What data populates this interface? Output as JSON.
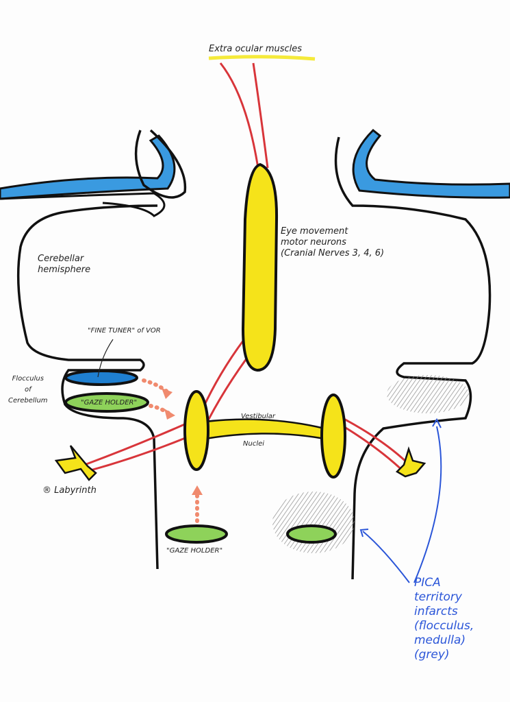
{
  "labels": {
    "extra_ocular": "Extra ocular muscles",
    "motor_neurons": [
      "Eye movement",
      "motor neurons",
      "(Cranial Nerves 3, 4, 6)"
    ],
    "cerebellar_hemisphere": [
      "Cerebellar",
      "hemisphere"
    ],
    "fine_tuner": "\"FINE TUNER\" of VOR",
    "flocculus": [
      "Flocculus",
      "of",
      "Cerebellum"
    ],
    "gaze_holder_flocculus": "\"GAZE HOLDER\"",
    "vestibular": "Vestibular",
    "nuclei": "Nuclei",
    "labyrinth": "® Labyrinth",
    "gaze_holder_medulla": "\"GAZE HOLDER\"",
    "pica": [
      "PICA",
      "territory",
      "infarcts",
      "(flocculus,",
      "medulla)",
      "(grey)"
    ]
  },
  "colors": {
    "outline": "#111111",
    "yellow": "#f5e31a",
    "red": "#d8353a",
    "blue": "#2a8fd8",
    "green": "#8ed25a",
    "salmon": "#f08a6e",
    "pica": "#2a55d8",
    "grey": "#9a9a9a"
  }
}
